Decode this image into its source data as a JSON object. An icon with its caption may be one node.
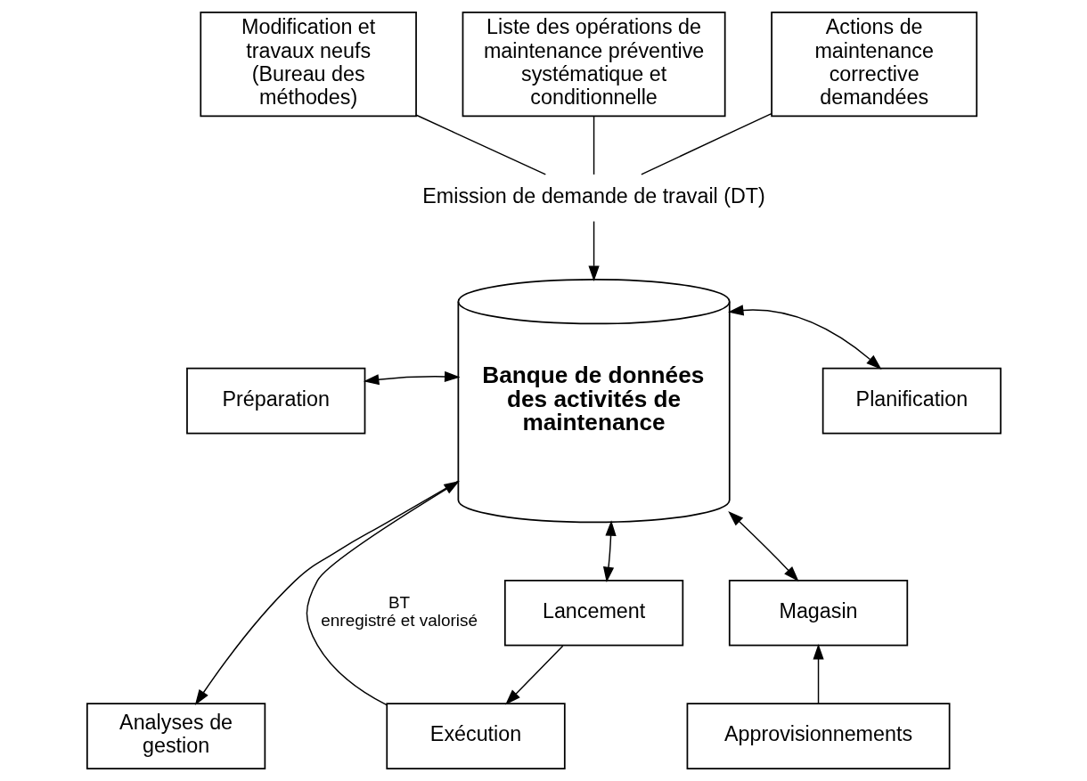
{
  "diagram": {
    "nodes": [
      {
        "text": [
          "Modification et travaux neufs (Bureau des méthodes)"
        ]
      },
      {
        "text": [
          "Liste des opérations de maintenance préventive systématique et conditionnelle"
        ]
      },
      {
        "text": [
          "Actions de maintenance corrective demandées"
        ]
      },
      {
        "text": [
          "Emission de demande de travail (DT)"
        ]
      },
      {
        "text": [
          "Banque de données des activités de maintenance"
        ]
      },
      {
        "text": [
          "Préparation"
        ]
      },
      {
        "text": [
          "Planification"
        ]
      },
      {
        "text": [
          "Magasin"
        ]
      },
      {
        "text": [
          "Lancement"
        ]
      },
      {
        "text": [
          "Approvisionnements"
        ]
      },
      {
        "text": [
          "Exécution"
        ]
      },
      {
        "text": [
          "Analyses de gestion"
        ]
      }
    ],
    "edges": [
      {
        "from": 0,
        "to": 3,
        "arrow": "none"
      },
      {
        "from": 1,
        "to": 3,
        "arrow": "none"
      },
      {
        "from": 2,
        "to": 3,
        "arrow": "none"
      },
      {
        "from": 3,
        "to": 4,
        "arrow": "to"
      },
      {
        "from": 5,
        "to": 4,
        "arrow": "both"
      },
      {
        "from": 4,
        "to": 6,
        "arrow": "both"
      },
      {
        "from": 7,
        "to": 4,
        "arrow": "both"
      },
      {
        "from": 4,
        "to": 8,
        "arrow": "both"
      },
      {
        "from": 9,
        "to": 7,
        "arrow": "to"
      },
      {
        "from": 8,
        "to": 10,
        "arrow": "to"
      },
      {
        "from": 10,
        "to": 4,
        "arrow": "to",
        "label": "BT enregistré et valorisé"
      },
      {
        "from": 4,
        "to": 11,
        "arrow": "to"
      }
    ]
  }
}
